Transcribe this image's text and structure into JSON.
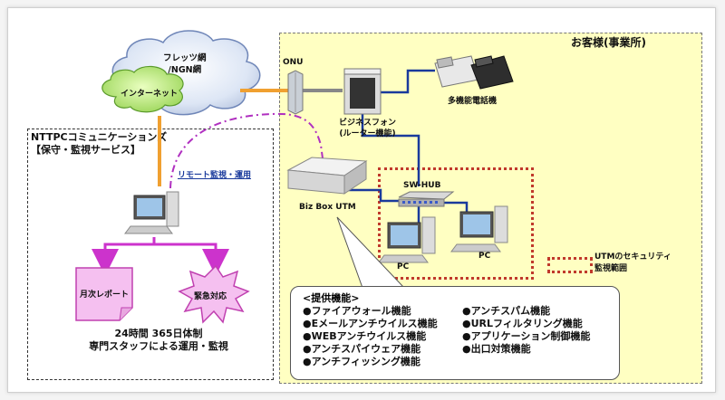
{
  "customer_area": {
    "title": "お客様(事業所)"
  },
  "cloud": {
    "label_line1": "フレッツ網",
    "label_line2": "/NGN網",
    "internet": "インターネット"
  },
  "provider": {
    "title_line1": "NTTPCコミュニケーションズ",
    "title_line2": "【保守・監視サービス】",
    "remote_label": "リモート監視・運用",
    "report_label": "月次レポート",
    "emergency_label": "緊急対応",
    "hours_line1": "24時間 365日体制",
    "hours_line2": "専門スタッフによる運用・監視"
  },
  "devices": {
    "onu": "ONU",
    "business_phone_line1": "ビジネスフォン",
    "business_phone_line2": "(ルーター機能)",
    "multi_phone": "多機能電話機",
    "sw_hub": "SW-HUB",
    "utm": "Biz Box UTM",
    "pc1": "PC",
    "pc2": "PC"
  },
  "legend": {
    "line1": "UTMのセキュリティ",
    "line2": "監視範囲"
  },
  "features": {
    "heading": "<提供機能>",
    "left": [
      "●ファイアウォール機能",
      "●Eメールアンチウイルス機能",
      "●WEBアンチウイルス機能",
      "●アンチスパイウェア機能",
      "●アンチフィッシング機能"
    ],
    "right": [
      "●アンチスパム機能",
      "●URLフィルタリング機能",
      "●アプリケーション制御機能",
      "●出口対策機能"
    ]
  },
  "colors": {
    "customer_bg": "#ffffc2",
    "wan_line": "#f0a030",
    "lan_line": "#1a3a9c",
    "monitor_line": "#b030c0",
    "security_border": "#c0392b",
    "arrow": "#cc33cc"
  }
}
